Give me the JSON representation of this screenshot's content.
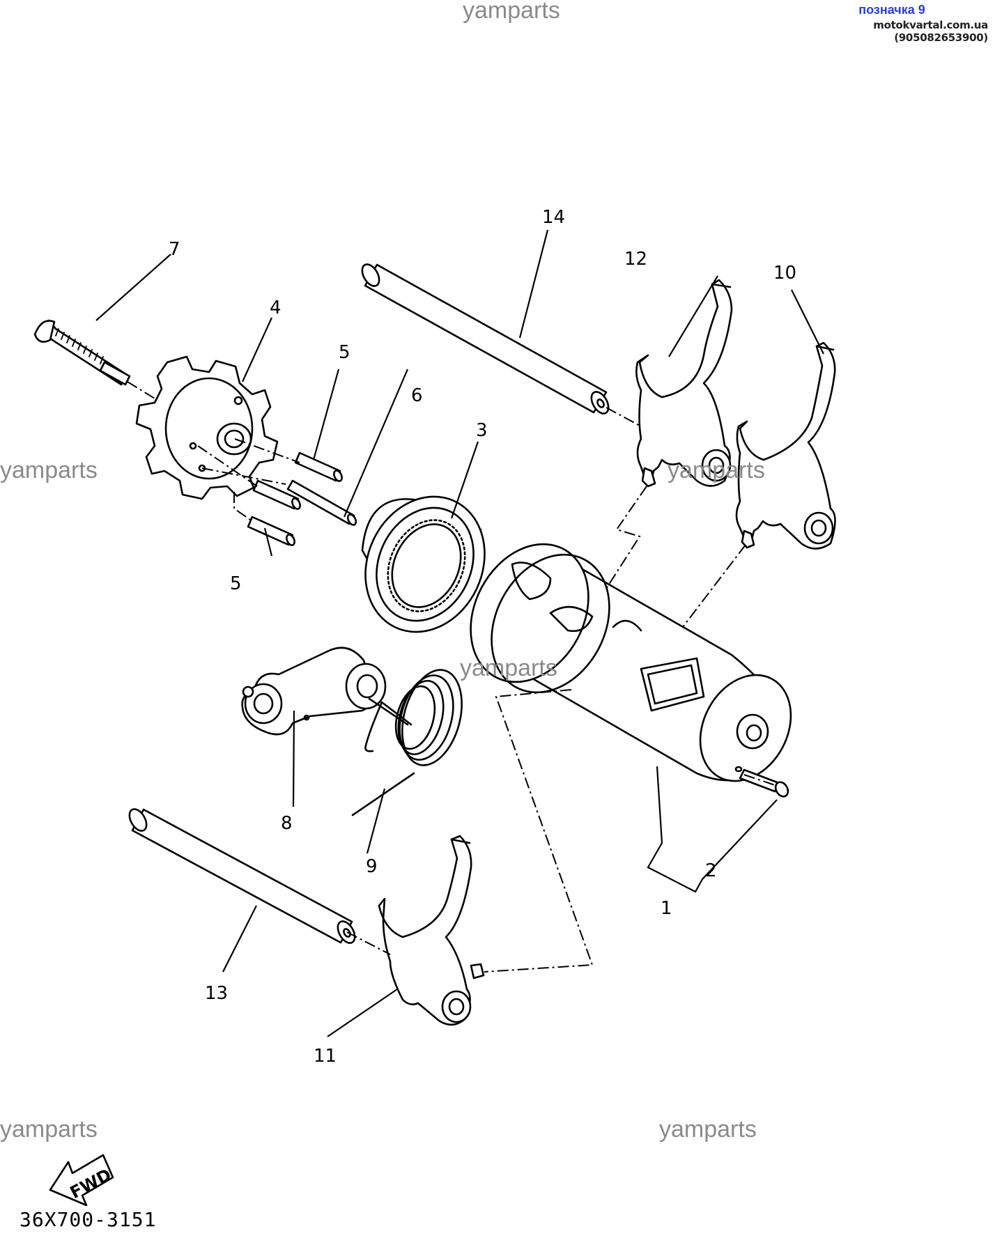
{
  "header": {
    "badge": "позначка 9",
    "site": "motokvartal.com.ua (905082653900)"
  },
  "watermarks": [
    "yamparts",
    "yamparts",
    "yamparts",
    "yamparts",
    "yamparts",
    "yamparts"
  ],
  "callouts": [
    "1",
    "2",
    "3",
    "4",
    "5",
    "5",
    "6",
    "7",
    "8",
    "9",
    "10",
    "11",
    "12",
    "13",
    "14"
  ],
  "fwd_label": "FWD",
  "drawing_code": "36X700-3151"
}
